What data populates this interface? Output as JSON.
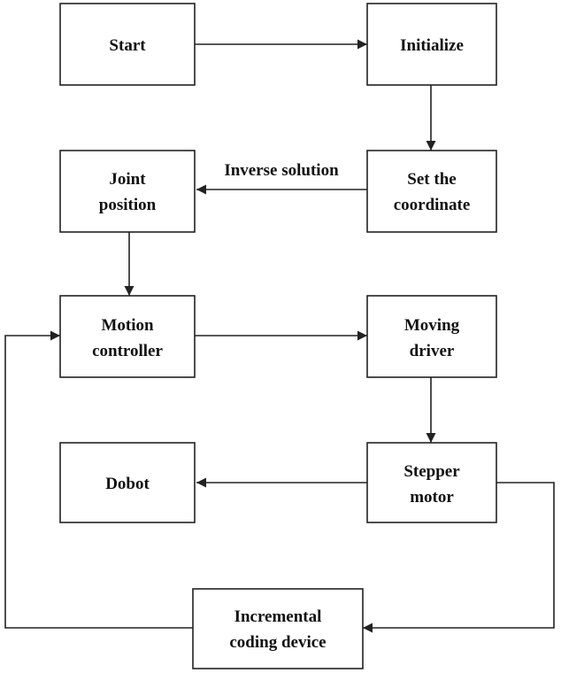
{
  "nodes": [
    {
      "id": "start",
      "lines": [
        "Start"
      ]
    },
    {
      "id": "initialize",
      "lines": [
        "Initialize"
      ]
    },
    {
      "id": "joint-position",
      "lines": [
        "Joint",
        "position"
      ]
    },
    {
      "id": "set-coordinate",
      "lines": [
        "Set the",
        "coordinate"
      ]
    },
    {
      "id": "motion-controller",
      "lines": [
        "Motion",
        "controller"
      ]
    },
    {
      "id": "moving-driver",
      "lines": [
        "Moving",
        "driver"
      ]
    },
    {
      "id": "dobot",
      "lines": [
        "Dobot"
      ]
    },
    {
      "id": "stepper-motor",
      "lines": [
        "Stepper",
        "motor"
      ]
    },
    {
      "id": "incremental-coding-device",
      "lines": [
        "Incremental",
        "coding device"
      ]
    }
  ],
  "edges": [
    {
      "from": "start",
      "to": "initialize",
      "label": ""
    },
    {
      "from": "initialize",
      "to": "set-coordinate",
      "label": ""
    },
    {
      "from": "set-coordinate",
      "to": "joint-position",
      "label": "Inverse solution"
    },
    {
      "from": "joint-position",
      "to": "motion-controller",
      "label": ""
    },
    {
      "from": "motion-controller",
      "to": "moving-driver",
      "label": ""
    },
    {
      "from": "moving-driver",
      "to": "stepper-motor",
      "label": ""
    },
    {
      "from": "stepper-motor",
      "to": "dobot",
      "label": ""
    },
    {
      "from": "stepper-motor",
      "to": "incremental-coding-device",
      "label": ""
    },
    {
      "from": "incremental-coding-device",
      "to": "motion-controller",
      "label": ""
    }
  ],
  "colors": {
    "stroke": "#222222",
    "text": "#111111",
    "background": "#ffffff"
  }
}
